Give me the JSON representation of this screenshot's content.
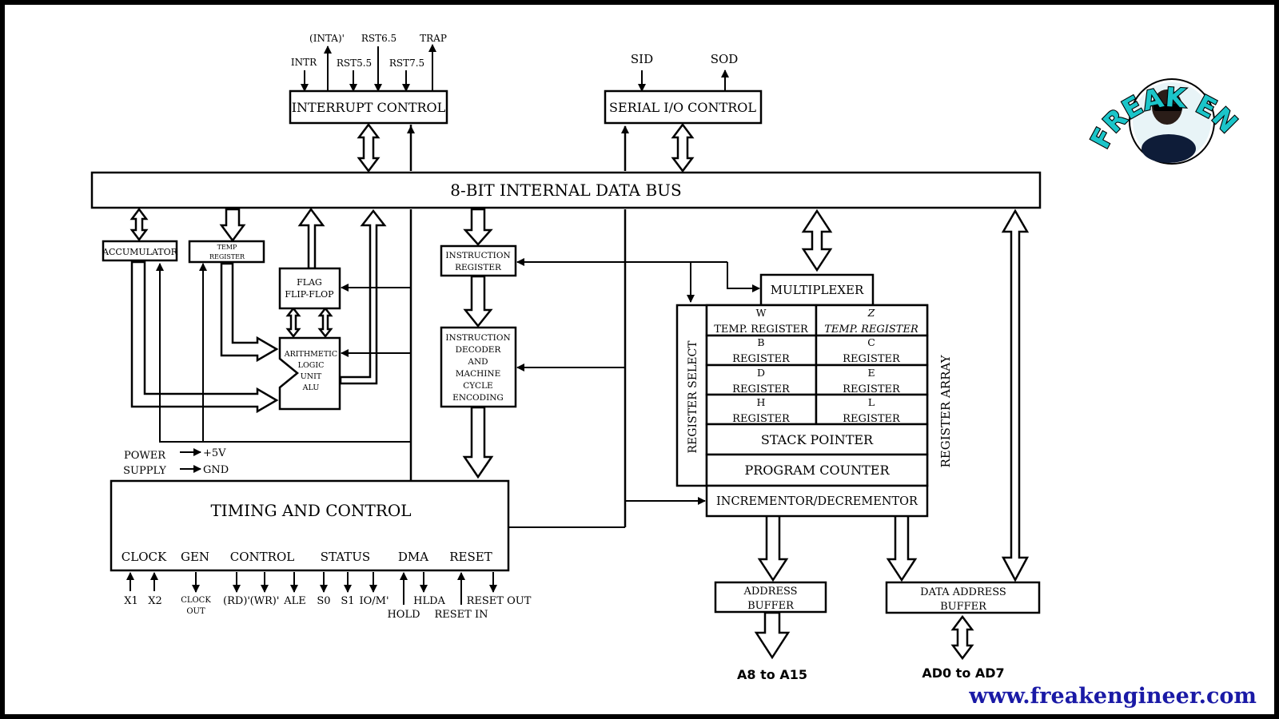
{
  "interrupt": {
    "title": "INTERRUPT CONTROL",
    "intr": "INTR",
    "inta": "(INTA)'",
    "rst55": "RST5.5",
    "rst65": "RST6.5",
    "rst75": "RST7.5",
    "trap": "TRAP"
  },
  "serial": {
    "title": "SERIAL I/O CONTROL",
    "sid": "SID",
    "sod": "SOD"
  },
  "bus": {
    "title": "8-BIT INTERNAL DATA BUS"
  },
  "alu_section": {
    "accumulator": "ACCUMULATOR",
    "temp_register_1": "TEMP",
    "temp_register_2": "REGISTER",
    "flag_1": "FLAG",
    "flag_2": "FLIP-FLOP",
    "alu_1": "ARITHMETIC",
    "alu_2": "LOGIC",
    "alu_3": "UNIT",
    "alu_4": "ALU"
  },
  "instruction": {
    "ir_1": "INSTRUCTION",
    "ir_2": "REGISTER",
    "decoder": [
      "INSTRUCTION",
      "DECODER",
      "AND",
      "MACHINE",
      "CYCLE",
      "ENCODING"
    ]
  },
  "power": {
    "power": "POWER",
    "supply": "SUPPLY",
    "vcc": "+5V",
    "gnd": "GND"
  },
  "timing": {
    "title": "TIMING AND CONTROL",
    "groups": [
      "CLOCK",
      "GEN",
      "CONTROL",
      "STATUS",
      "DMA",
      "RESET"
    ],
    "pins": {
      "x1": "X1",
      "x2": "X2",
      "clock_out_1": "CLOCK",
      "clock_out_2": "OUT",
      "rd": "(RD)'",
      "wr": "(WR)'",
      "ale": "ALE",
      "s0": "S0",
      "s1": "S1",
      "iom": "IO/M'",
      "hold": "HOLD",
      "hlda": "HLDA",
      "reset_in": "RESET IN",
      "reset_out": "RESET OUT"
    }
  },
  "register_array": {
    "multiplexer": "MULTIPLEXER",
    "register_select": "REGISTER SELECT",
    "array_label": "REGISTER ARRAY",
    "w_1": "W",
    "w_2": "TEMP. REGISTER",
    "z_1": "Z",
    "z_2": "TEMP. REGISTER",
    "b_1": "B",
    "b_2": "REGISTER",
    "c_1": "C",
    "c_2": "REGISTER",
    "d_1": "D",
    "d_2": "REGISTER",
    "e_1": "E",
    "e_2": "REGISTER",
    "h_1": "H",
    "h_2": "REGISTER",
    "l_1": "L",
    "l_2": "REGISTER",
    "stack_pointer": "STACK POINTER",
    "program_counter": "PROGRAM COUNTER",
    "incrementor": "INCREMENTOR/DECREMENTOR"
  },
  "buffers": {
    "address_1": "ADDRESS",
    "address_2": "BUFFER",
    "data_1": "DATA ADDRESS",
    "data_2": "BUFFER",
    "address_out": "A8 to A15",
    "data_out": "AD0 to AD7"
  },
  "brand": {
    "logo_text": "FREAK ENGINEER",
    "logo_color": "#1bc5c9",
    "website": "www.freakengineer.com",
    "website_color": "#1a1aa6"
  }
}
